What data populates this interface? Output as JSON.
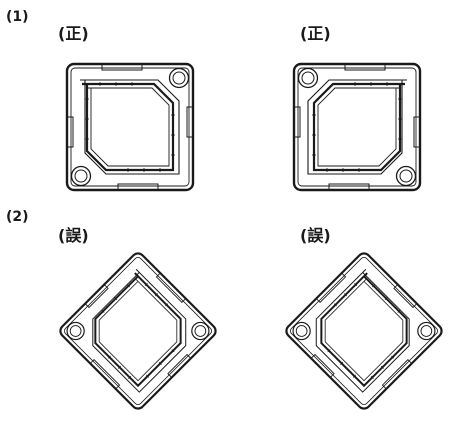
{
  "sections": [
    {
      "label": "(1)",
      "figures": [
        {
          "caption": "(正)",
          "variant": "upright",
          "rotation": 0
        },
        {
          "caption": "(正)",
          "variant": "upright-mirror",
          "rotation": 0
        }
      ]
    },
    {
      "label": "(2)",
      "figures": [
        {
          "caption": "(誤)",
          "variant": "tilted",
          "rotation": 45
        },
        {
          "caption": "(誤)",
          "variant": "tilted-mirror",
          "rotation": 45
        }
      ]
    }
  ],
  "colors": {
    "stroke": "#1a1a1a",
    "fill": "#ffffff"
  }
}
